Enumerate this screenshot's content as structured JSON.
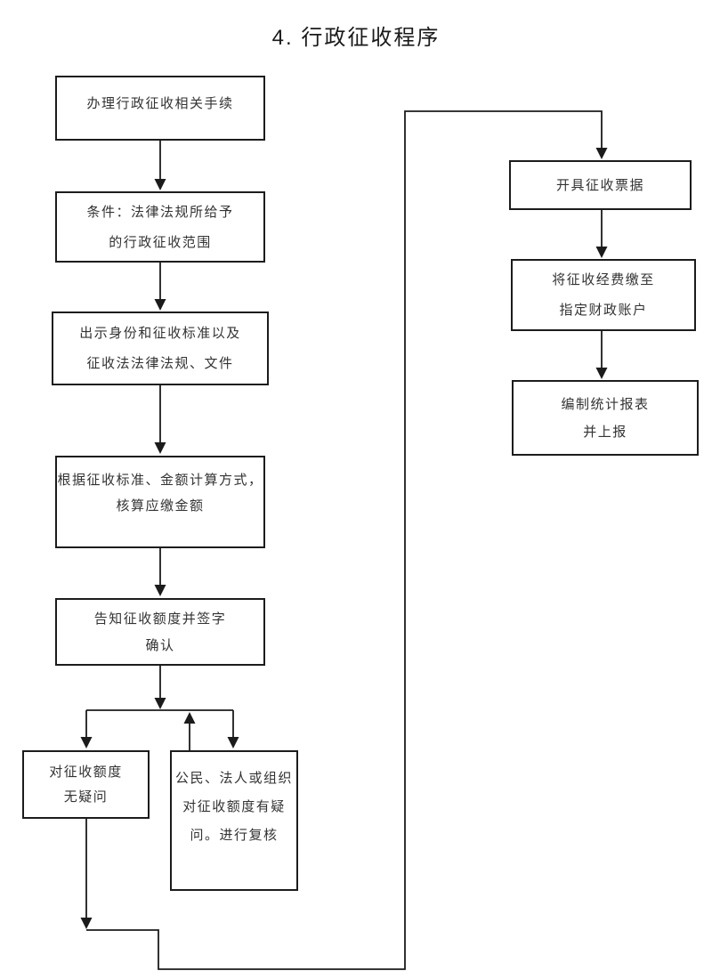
{
  "title": "4. 行政征收程序",
  "nodes": {
    "handle_procedures": {
      "lines": [
        "办理行政征收相关手续"
      ]
    },
    "condition_scope": {
      "lines": [
        "条件：法律法规所给予",
        "的行政征收范围"
      ]
    },
    "show_identity": {
      "lines": [
        "出示身份和征收标准以及",
        "征收法法律法规、文件"
      ]
    },
    "calculate_amount": {
      "lines": [
        "根据征收标准、金额计算方式，",
        "核算应缴金额"
      ]
    },
    "notify_sign": {
      "lines": [
        "告知征收额度并签字",
        "确认"
      ]
    },
    "no_doubt": {
      "lines": [
        "对征收额度",
        "无疑问"
      ]
    },
    "has_doubt": {
      "lines": [
        "公民、法人或组织",
        "对征收额度有疑",
        "问。进行复核"
      ]
    },
    "issue_receipt": {
      "lines": [
        "开具征收票据"
      ]
    },
    "pay_to_account": {
      "lines": [
        "将征收经费缴至",
        "指定财政账户"
      ]
    },
    "compile_report": {
      "lines": [
        "编制统计报表",
        "并上报"
      ]
    }
  },
  "colors": {
    "line": "#1b1b1b",
    "text": "#333333",
    "background": "#ffffff"
  }
}
